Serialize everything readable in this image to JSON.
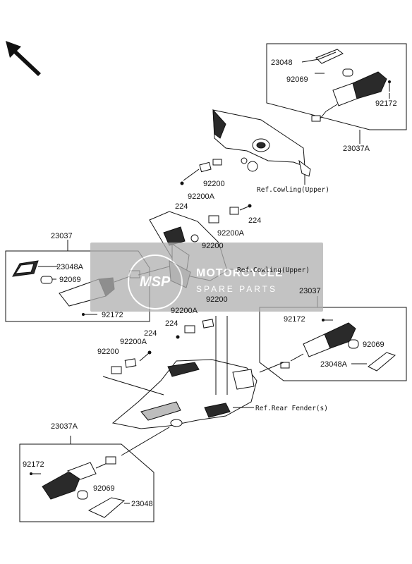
{
  "labels": {
    "l_23048_a": "23048",
    "l_92069_a": "92069",
    "l_92172_a": "92172",
    "l_23037A_a": "23037A",
    "l_92200_a": "92200",
    "l_92200A_a": "92200A",
    "l_224_a": "224",
    "l_224_b": "224",
    "l_92200A_b": "92200A",
    "l_92200_b": "92200",
    "l_23037_a": "23037",
    "l_23048A_a": "23048A",
    "l_92069_b": "92069",
    "l_92172_b": "92172",
    "l_92200_c": "92200",
    "l_92200A_c": "92200A",
    "l_224_c": "224",
    "l_224_d": "224",
    "l_92200A_d": "92200A",
    "l_92200_d": "92200",
    "l_23037_b": "23037",
    "l_92172_c": "92172",
    "l_92069_c": "92069",
    "l_23048A_b": "23048A",
    "l_23037A_b": "23037A",
    "l_92172_d": "92172",
    "l_92069_d": "92069",
    "l_23048_b": "23048"
  },
  "refs": {
    "cowling_upper_1": "Ref.Cowling(Upper)",
    "cowling_upper_2": "Ref.Cowling(Upper)",
    "rear_fender": "Ref.Rear Fender(s)"
  },
  "watermark": {
    "logo": "MSP",
    "title": "MOTORCYCLE",
    "subtitle": "SPARE PARTS",
    "color": "#b0b0b0"
  },
  "icons": {
    "front_arrow": "front-direction-arrow"
  }
}
